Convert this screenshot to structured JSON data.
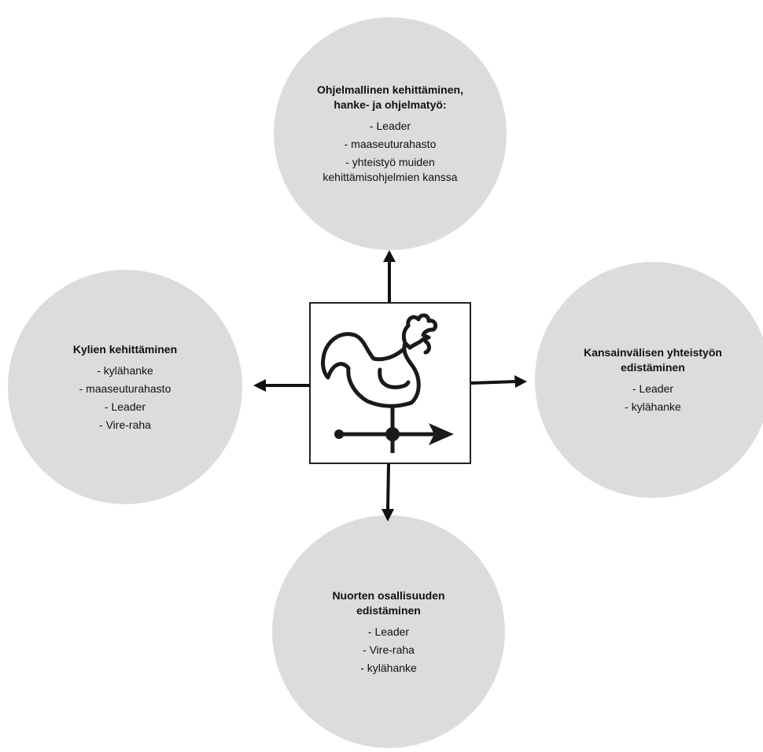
{
  "colors": {
    "bubble_fill": "#dcdcdc",
    "arrow": "#111111",
    "box_border": "#222222"
  },
  "center": {
    "icon": "rooster-weathervane-icon"
  },
  "nodes": {
    "top": {
      "title": "Ohjelmallinen kehittäminen, hanke- ja ohjelmatyö:",
      "items": [
        "- Leader",
        "- maaseuturahasto",
        "- yhteistyö muiden kehittämisohjelmien kanssa"
      ]
    },
    "left": {
      "title": "Kylien kehittäminen",
      "items": [
        "- kylähanke",
        "- maaseuturahasto",
        "- Leader",
        "- Vire-raha"
      ]
    },
    "right": {
      "title": "Kansainvälisen yhteistyön edistäminen",
      "items": [
        "- Leader",
        "- kylähanke"
      ]
    },
    "bottom": {
      "title": "Nuorten osallisuuden edistäminen",
      "items": [
        "- Leader",
        "- Vire-raha",
        "- kylähanke"
      ]
    }
  }
}
